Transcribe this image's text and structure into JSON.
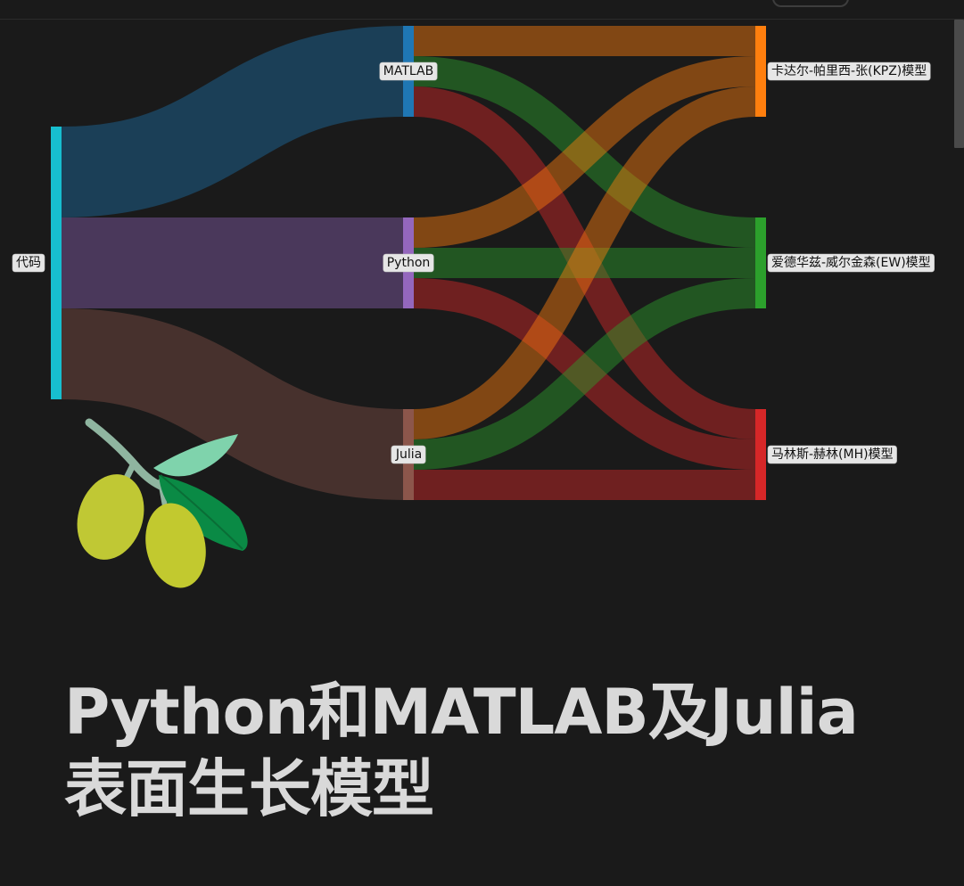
{
  "title": {
    "line1": "Python和MATLAB及Julia",
    "line2": "表面生长模型"
  },
  "colors": {
    "background": "#1a1a1a",
    "code": "#17becf",
    "matlab": "#1f77b4",
    "python": "#9467bd",
    "julia": "#8c564b",
    "kpz": "#ff7f0e",
    "ew": "#2ca02c",
    "mh": "#d62728"
  },
  "diagram": {
    "nodes": [
      {
        "id": "code",
        "label": "代码",
        "color": "#17becf"
      },
      {
        "id": "matlab",
        "label": "MATLAB",
        "color": "#1f77b4"
      },
      {
        "id": "python",
        "label": "Python",
        "color": "#9467bd"
      },
      {
        "id": "julia",
        "label": "Julia",
        "color": "#8c564b"
      },
      {
        "id": "kpz",
        "label": "卡达尔-帕里西-张(KPZ)模型",
        "color": "#ff7f0e"
      },
      {
        "id": "ew",
        "label": "爱德华兹-威尔金森(EW)模型",
        "color": "#2ca02c"
      },
      {
        "id": "mh",
        "label": "马林斯-赫林(MH)模型",
        "color": "#d62728"
      }
    ],
    "links": [
      {
        "source": "code",
        "target": "matlab",
        "value": 3
      },
      {
        "source": "code",
        "target": "python",
        "value": 3
      },
      {
        "source": "code",
        "target": "julia",
        "value": 3
      },
      {
        "source": "matlab",
        "target": "kpz",
        "value": 1
      },
      {
        "source": "matlab",
        "target": "ew",
        "value": 1
      },
      {
        "source": "matlab",
        "target": "mh",
        "value": 1
      },
      {
        "source": "python",
        "target": "kpz",
        "value": 1
      },
      {
        "source": "python",
        "target": "ew",
        "value": 1
      },
      {
        "source": "python",
        "target": "mh",
        "value": 1
      },
      {
        "source": "julia",
        "target": "kpz",
        "value": 1
      },
      {
        "source": "julia",
        "target": "ew",
        "value": 1
      },
      {
        "source": "julia",
        "target": "mh",
        "value": 1
      }
    ]
  },
  "decoration": {
    "icon": "olive-branch-icon"
  }
}
